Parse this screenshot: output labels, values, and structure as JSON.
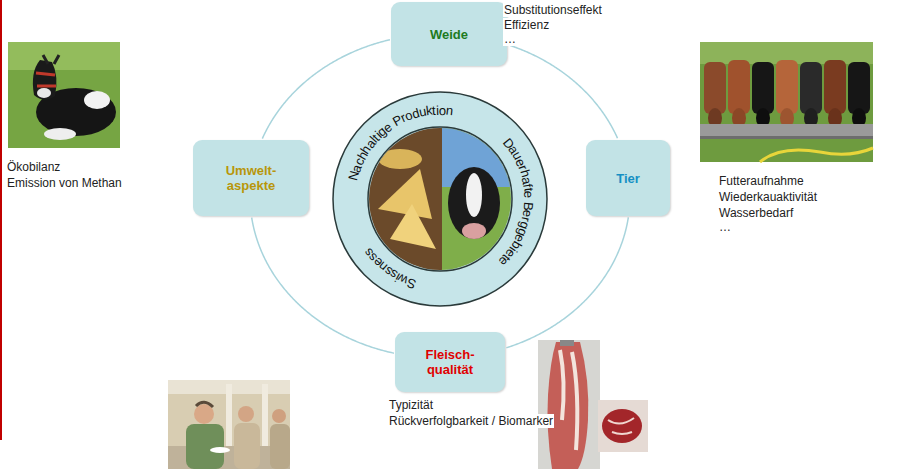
{
  "diagram": {
    "nodes": [
      {
        "text": [
          "Weide"
        ]
      },
      {
        "text": [
          "Tier"
        ]
      },
      {
        "text": [
          "Fleisch- qualität"
        ]
      },
      {
        "text": [
          "Umwelt- aspekte"
        ]
      },
      {
        "text": [
          "Nachhaltige Produktion",
          "Dauerhafte Berggebiete",
          "Swissness"
        ]
      }
    ],
    "edges": [
      {
        "from": 0,
        "to": 1,
        "arrow": "none"
      },
      {
        "from": 1,
        "to": 2,
        "arrow": "none"
      },
      {
        "from": 2,
        "to": 3,
        "arrow": "none"
      },
      {
        "from": 3,
        "to": 0,
        "arrow": "none"
      }
    ],
    "labels": [
      "Substitutionseffekt",
      "Effizienz",
      "…",
      "Futteraufnahme",
      "Wiederkauaktivität",
      "Wasserbedarf",
      "…",
      "Ökobilanz",
      "Emission von Methan",
      "Typizität",
      "Rückverfolgbarkeit / Biomarker"
    ]
  }
}
